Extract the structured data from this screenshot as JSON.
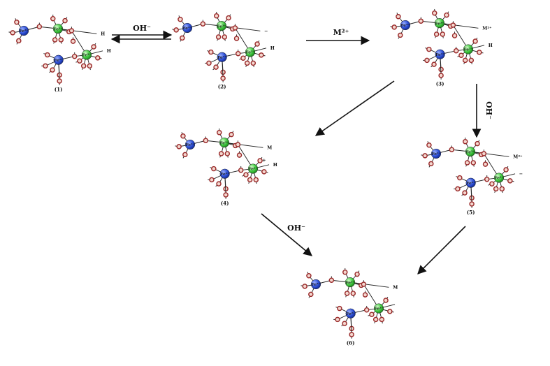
{
  "colors": {
    "fe2": "#2d4fd6",
    "fe3": "#3fc93f",
    "oxygen_ring": "#9a2a2a",
    "oxygen_fill": "#f4d7cf",
    "bond": "#222222",
    "arrow": "#111111"
  },
  "ion_labels": {
    "fe2": "Fe²⁺",
    "fe3": "Fe³⁺"
  },
  "molecules": [
    {
      "number": "(1)",
      "top_label": "H",
      "mid_label": "H",
      "mid_extra": ""
    },
    {
      "number": "(2)",
      "top_label": "−",
      "mid_label": "H",
      "mid_extra": ""
    },
    {
      "number": "(3)",
      "top_label": "M²⁺",
      "mid_label": "H",
      "mid_extra": ""
    },
    {
      "number": "(4)",
      "top_label": "M",
      "mid_label": "H",
      "mid_extra": "+"
    },
    {
      "number": "(5)",
      "top_label": "M²⁺",
      "mid_label": "−",
      "mid_extra": ""
    },
    {
      "number": "(6)",
      "top_label": "M",
      "mid_label": "",
      "mid_extra": ""
    }
  ],
  "reactions": {
    "eq_1_2": "OH⁻",
    "r_2_3": "M²⁺",
    "r_3_5": "OH⁻",
    "r_4_6": "OH⁻"
  }
}
